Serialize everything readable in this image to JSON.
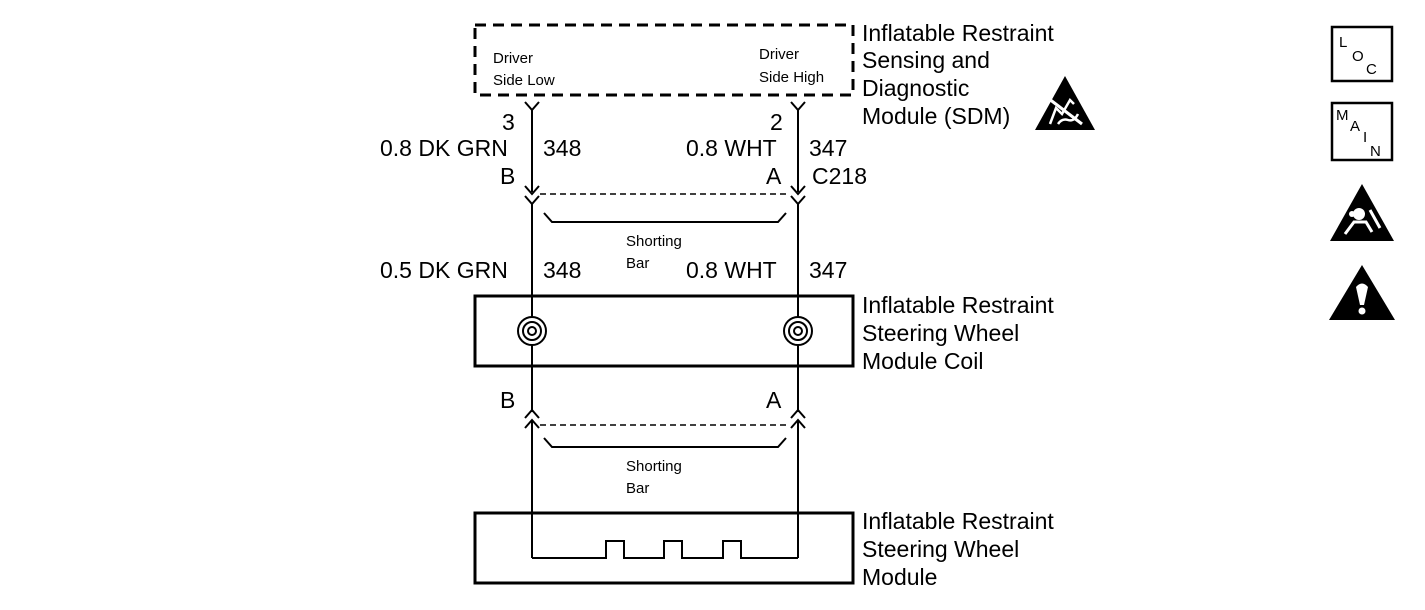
{
  "sdm": {
    "title_lines": [
      "Inflatable Restraint",
      "Sensing and",
      "Diagnostic",
      "Module (SDM)"
    ],
    "left_label": [
      "Driver",
      "Side Low"
    ],
    "right_label": [
      "Driver",
      "Side High"
    ],
    "left_pin": "3",
    "right_pin": "2"
  },
  "upper_wires": {
    "left": {
      "gauge_color": "0.8 DK GRN",
      "circuit": "348",
      "terminal": "B"
    },
    "right": {
      "gauge_color": "0.8 WHT",
      "circuit": "347",
      "terminal": "A"
    },
    "connector": "C218",
    "shorting_bar": [
      "Shorting",
      "Bar"
    ]
  },
  "middle_wires": {
    "left": {
      "gauge_color": "0.5 DK GRN",
      "circuit": "348"
    },
    "right": {
      "gauge_color": "0.8 WHT",
      "circuit": "347"
    }
  },
  "coil": {
    "title_lines": [
      "Inflatable Restraint",
      "Steering Wheel",
      "Module Coil"
    ]
  },
  "lower_connector": {
    "left_terminal": "B",
    "right_terminal": "A",
    "shorting_bar": [
      "Shorting",
      "Bar"
    ]
  },
  "module": {
    "title_lines": [
      "Inflatable Restraint",
      "Steering Wheel",
      "Module"
    ]
  },
  "side_icons": [
    {
      "name": "loc-icon",
      "letters": [
        "L",
        "O",
        "C"
      ]
    },
    {
      "name": "main-icon",
      "letters": [
        "M",
        "A",
        "I",
        "N"
      ]
    },
    {
      "name": "airbag-warning-icon"
    },
    {
      "name": "caution-icon"
    }
  ],
  "esd_icon": "esd-sensitive-icon"
}
